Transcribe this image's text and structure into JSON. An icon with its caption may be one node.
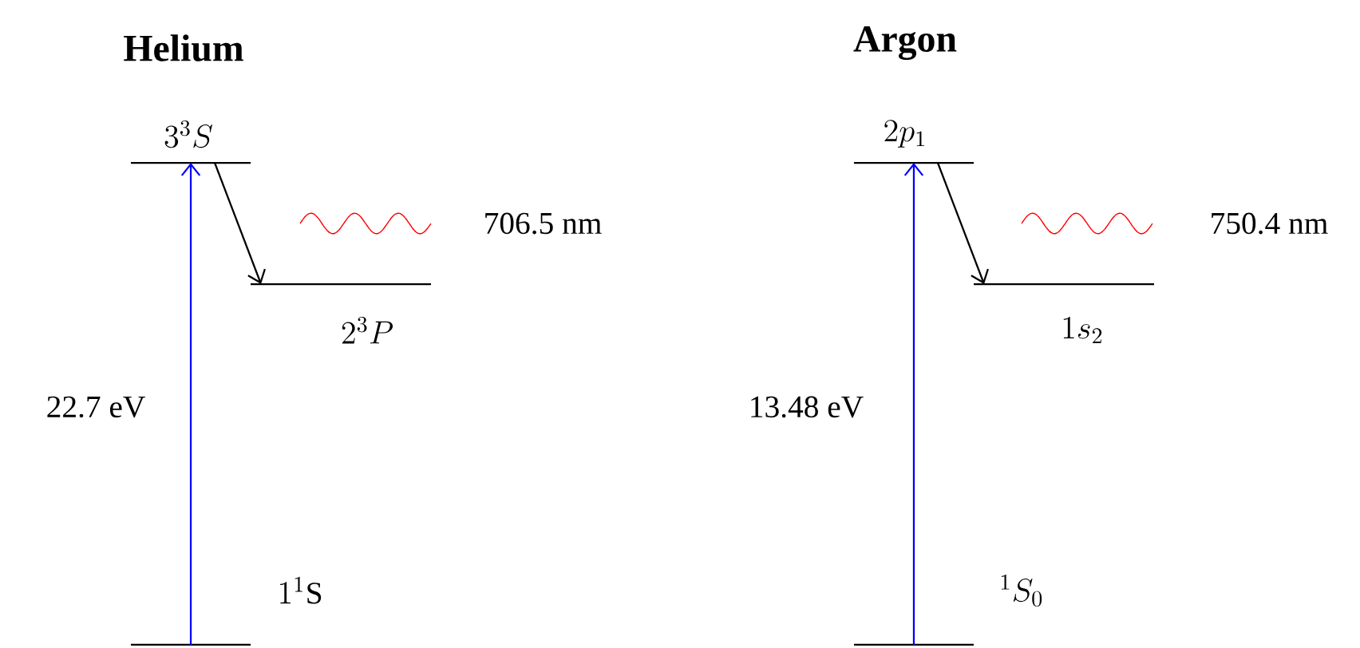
{
  "diagram": {
    "nodes": [
      {
        "text": [
          "3^{3}S"
        ]
      },
      {
        "text": [
          "2^{3}P"
        ]
      },
      {
        "text": [
          "1^{1}\\mathrm{S}"
        ]
      },
      {
        "text": [
          "2p_{1}"
        ]
      },
      {
        "text": [
          "1s_{2}"
        ]
      },
      {
        "text": [
          "{}^{1}S_{0}"
        ]
      }
    ],
    "edges": [
      {
        "from": 2,
        "to": 0,
        "arrow": "to",
        "label": "22.7 eV",
        "color": "#0000ff"
      },
      {
        "from": 0,
        "to": 1,
        "arrow": "to",
        "color": "#000000"
      },
      {
        "from": 5,
        "to": 3,
        "arrow": "to",
        "label": "13.48 eV",
        "color": "#0000ff"
      },
      {
        "from": 3,
        "to": 4,
        "arrow": "to",
        "color": "#000000"
      }
    ],
    "labels": [
      "Helium",
      "Argon",
      "706.5 nm",
      "750.4 nm"
    ]
  }
}
